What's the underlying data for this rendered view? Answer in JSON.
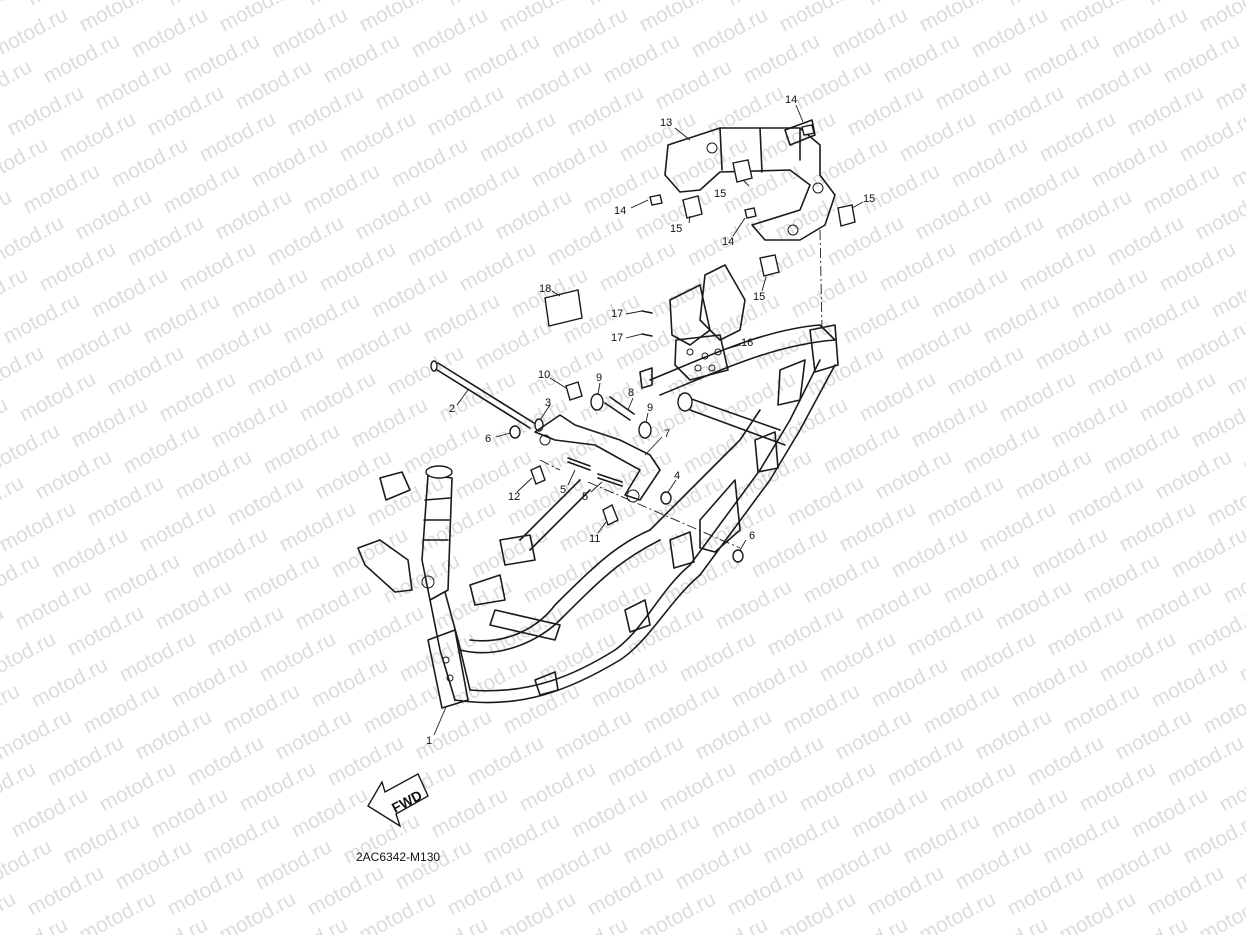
{
  "watermark": {
    "text": "motod.ru",
    "color": "#dcdcdc"
  },
  "diagram": {
    "code": "2AC6342-M130",
    "direction_label": "FWD",
    "callouts": [
      {
        "id": "c1",
        "label": "1"
      },
      {
        "id": "c2",
        "label": "2"
      },
      {
        "id": "c3",
        "label": "3"
      },
      {
        "id": "c4",
        "label": "4"
      },
      {
        "id": "c5a",
        "label": "5"
      },
      {
        "id": "c5b",
        "label": "5"
      },
      {
        "id": "c6a",
        "label": "6"
      },
      {
        "id": "c6b",
        "label": "6"
      },
      {
        "id": "c7",
        "label": "7"
      },
      {
        "id": "c8",
        "label": "8"
      },
      {
        "id": "c9a",
        "label": "9"
      },
      {
        "id": "c9b",
        "label": "9"
      },
      {
        "id": "c10",
        "label": "10"
      },
      {
        "id": "c11",
        "label": "11"
      },
      {
        "id": "c12",
        "label": "12"
      },
      {
        "id": "c13",
        "label": "13"
      },
      {
        "id": "c14a",
        "label": "14"
      },
      {
        "id": "c14b",
        "label": "14"
      },
      {
        "id": "c14c",
        "label": "14"
      },
      {
        "id": "c15a",
        "label": "15"
      },
      {
        "id": "c15b",
        "label": "15"
      },
      {
        "id": "c15c",
        "label": "15"
      },
      {
        "id": "c15d",
        "label": "15"
      },
      {
        "id": "c16",
        "label": "16"
      },
      {
        "id": "c17a",
        "label": "17"
      },
      {
        "id": "c17b",
        "label": "17"
      },
      {
        "id": "c18",
        "label": "18"
      }
    ]
  }
}
